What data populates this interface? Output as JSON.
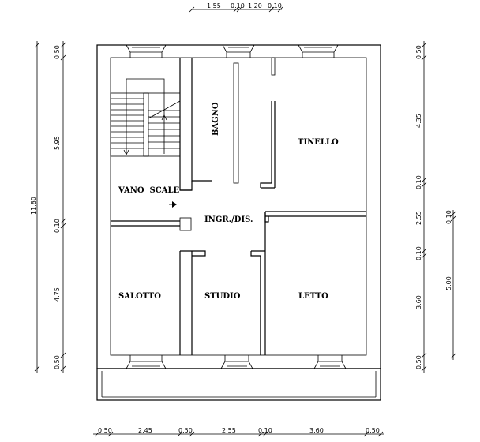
{
  "rooms": {
    "bagno": "BAGNO",
    "tinello": "TINELLO",
    "vano_scale": "VANO  SCALE",
    "ingresso": "INGR./DIS.",
    "salotto": "SALOTTO",
    "studio": "STUDIO",
    "letto": "LETTO"
  },
  "dimensions": {
    "top": [
      "1.55",
      "0.10",
      "1.20",
      "0.10"
    ],
    "bottom": [
      "0.50",
      "2.45",
      "0.50",
      "2.55",
      "0.10",
      "3.60",
      "0.50"
    ],
    "left_total": "11.80",
    "left": [
      "0.50",
      "5.95",
      "0.10",
      "4.75",
      "0.50"
    ],
    "right": [
      "0.50",
      "4.35",
      "0.10",
      "2.55",
      "0.10",
      "3.60",
      "0.50"
    ],
    "right_outer": [
      "0.10",
      "5.00"
    ]
  }
}
